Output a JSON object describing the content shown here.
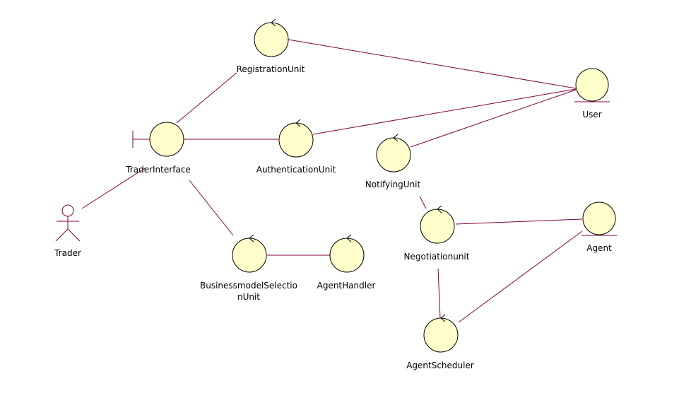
{
  "diagram": {
    "colors": {
      "line": "#800040",
      "fill": "#ffffcc",
      "stroke": "#000000",
      "text": "#000000"
    },
    "nodes": {
      "registration_unit": {
        "label": "RegistrationUnit",
        "kind": "control"
      },
      "trader_interface": {
        "label": "TraderInterface",
        "kind": "boundary"
      },
      "authentication_unit": {
        "label": "AuthenticationUnit",
        "kind": "control"
      },
      "user": {
        "label": "User",
        "kind": "entity"
      },
      "notifying_unit": {
        "label": "NotifyingUnit",
        "kind": "control"
      },
      "trader": {
        "label": "Trader",
        "kind": "actor"
      },
      "negotiation_unit": {
        "label": "Negotiationunit",
        "kind": "control"
      },
      "agent": {
        "label": "Agent",
        "kind": "entity"
      },
      "businessmodel_selection_unit": {
        "label_line1": "BusinessmodelSelectio",
        "label_line2": "nUnit",
        "kind": "control"
      },
      "agent_handler": {
        "label": "AgentHandler",
        "kind": "control"
      },
      "agent_scheduler": {
        "label": "AgentScheduler",
        "kind": "control"
      }
    }
  }
}
